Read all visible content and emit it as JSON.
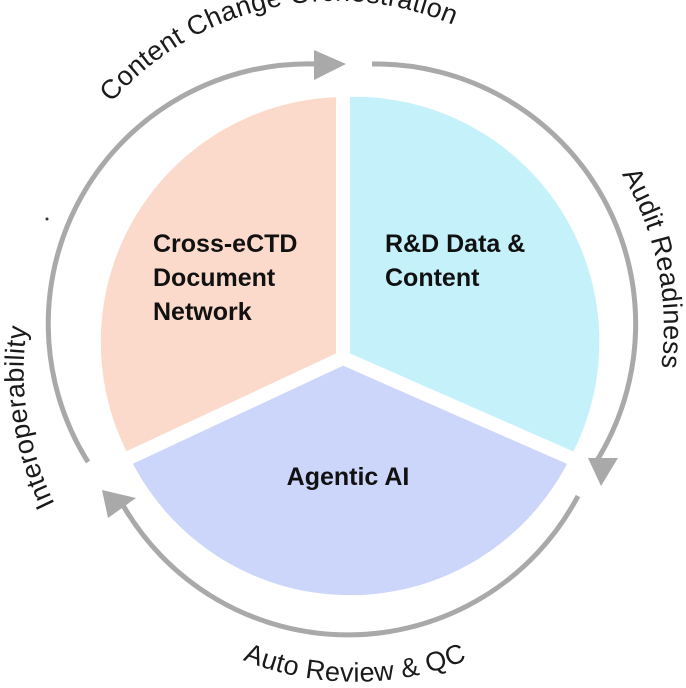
{
  "segments": [
    {
      "id": "cross-ectd",
      "lines": [
        "Cross-eCTD",
        "Document",
        "Network"
      ],
      "color": "#FCDACB"
    },
    {
      "id": "rnd-data",
      "lines": [
        "R&D Data &",
        "Content"
      ],
      "color": "#C5F1FB"
    },
    {
      "id": "agentic-ai",
      "lines": [
        "Agentic AI"
      ],
      "color": "#CCD5FA"
    }
  ],
  "ring_labels": [
    {
      "id": "content-change",
      "text": "Content Change Orchestration"
    },
    {
      "id": "audit-readiness",
      "text": "Audit Readiness"
    },
    {
      "id": "auto-review",
      "text": "Auto Review & QC"
    },
    {
      "id": "interoperability",
      "text": "Interoperability"
    }
  ],
  "colors": {
    "ring": "#A9A9A9",
    "divider": "#FFFFFF"
  }
}
